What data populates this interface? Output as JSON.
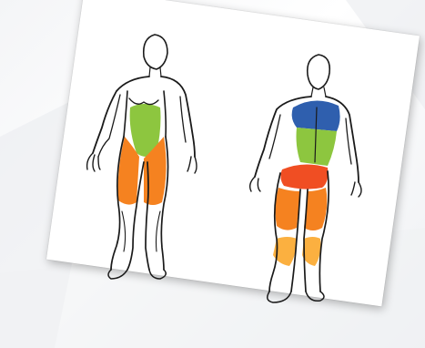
{
  "illustration": {
    "figures": [
      {
        "view": "front",
        "highlighted_regions": [
          {
            "region": "abdomen",
            "color": "#8dc63f"
          },
          {
            "region": "quadriceps",
            "color": "#f58220"
          }
        ]
      },
      {
        "view": "back",
        "highlighted_regions": [
          {
            "region": "upper-back",
            "color": "#2f5fae"
          },
          {
            "region": "lower-back",
            "color": "#8dc63f"
          },
          {
            "region": "glutes",
            "color": "#f04e23"
          },
          {
            "region": "hamstrings",
            "color": "#f58220"
          },
          {
            "region": "calves",
            "color": "#fbb040"
          }
        ]
      }
    ],
    "colors": {
      "card": "#ffffff",
      "ink": "#1a1a1a",
      "background": "#f4f5f7"
    }
  }
}
